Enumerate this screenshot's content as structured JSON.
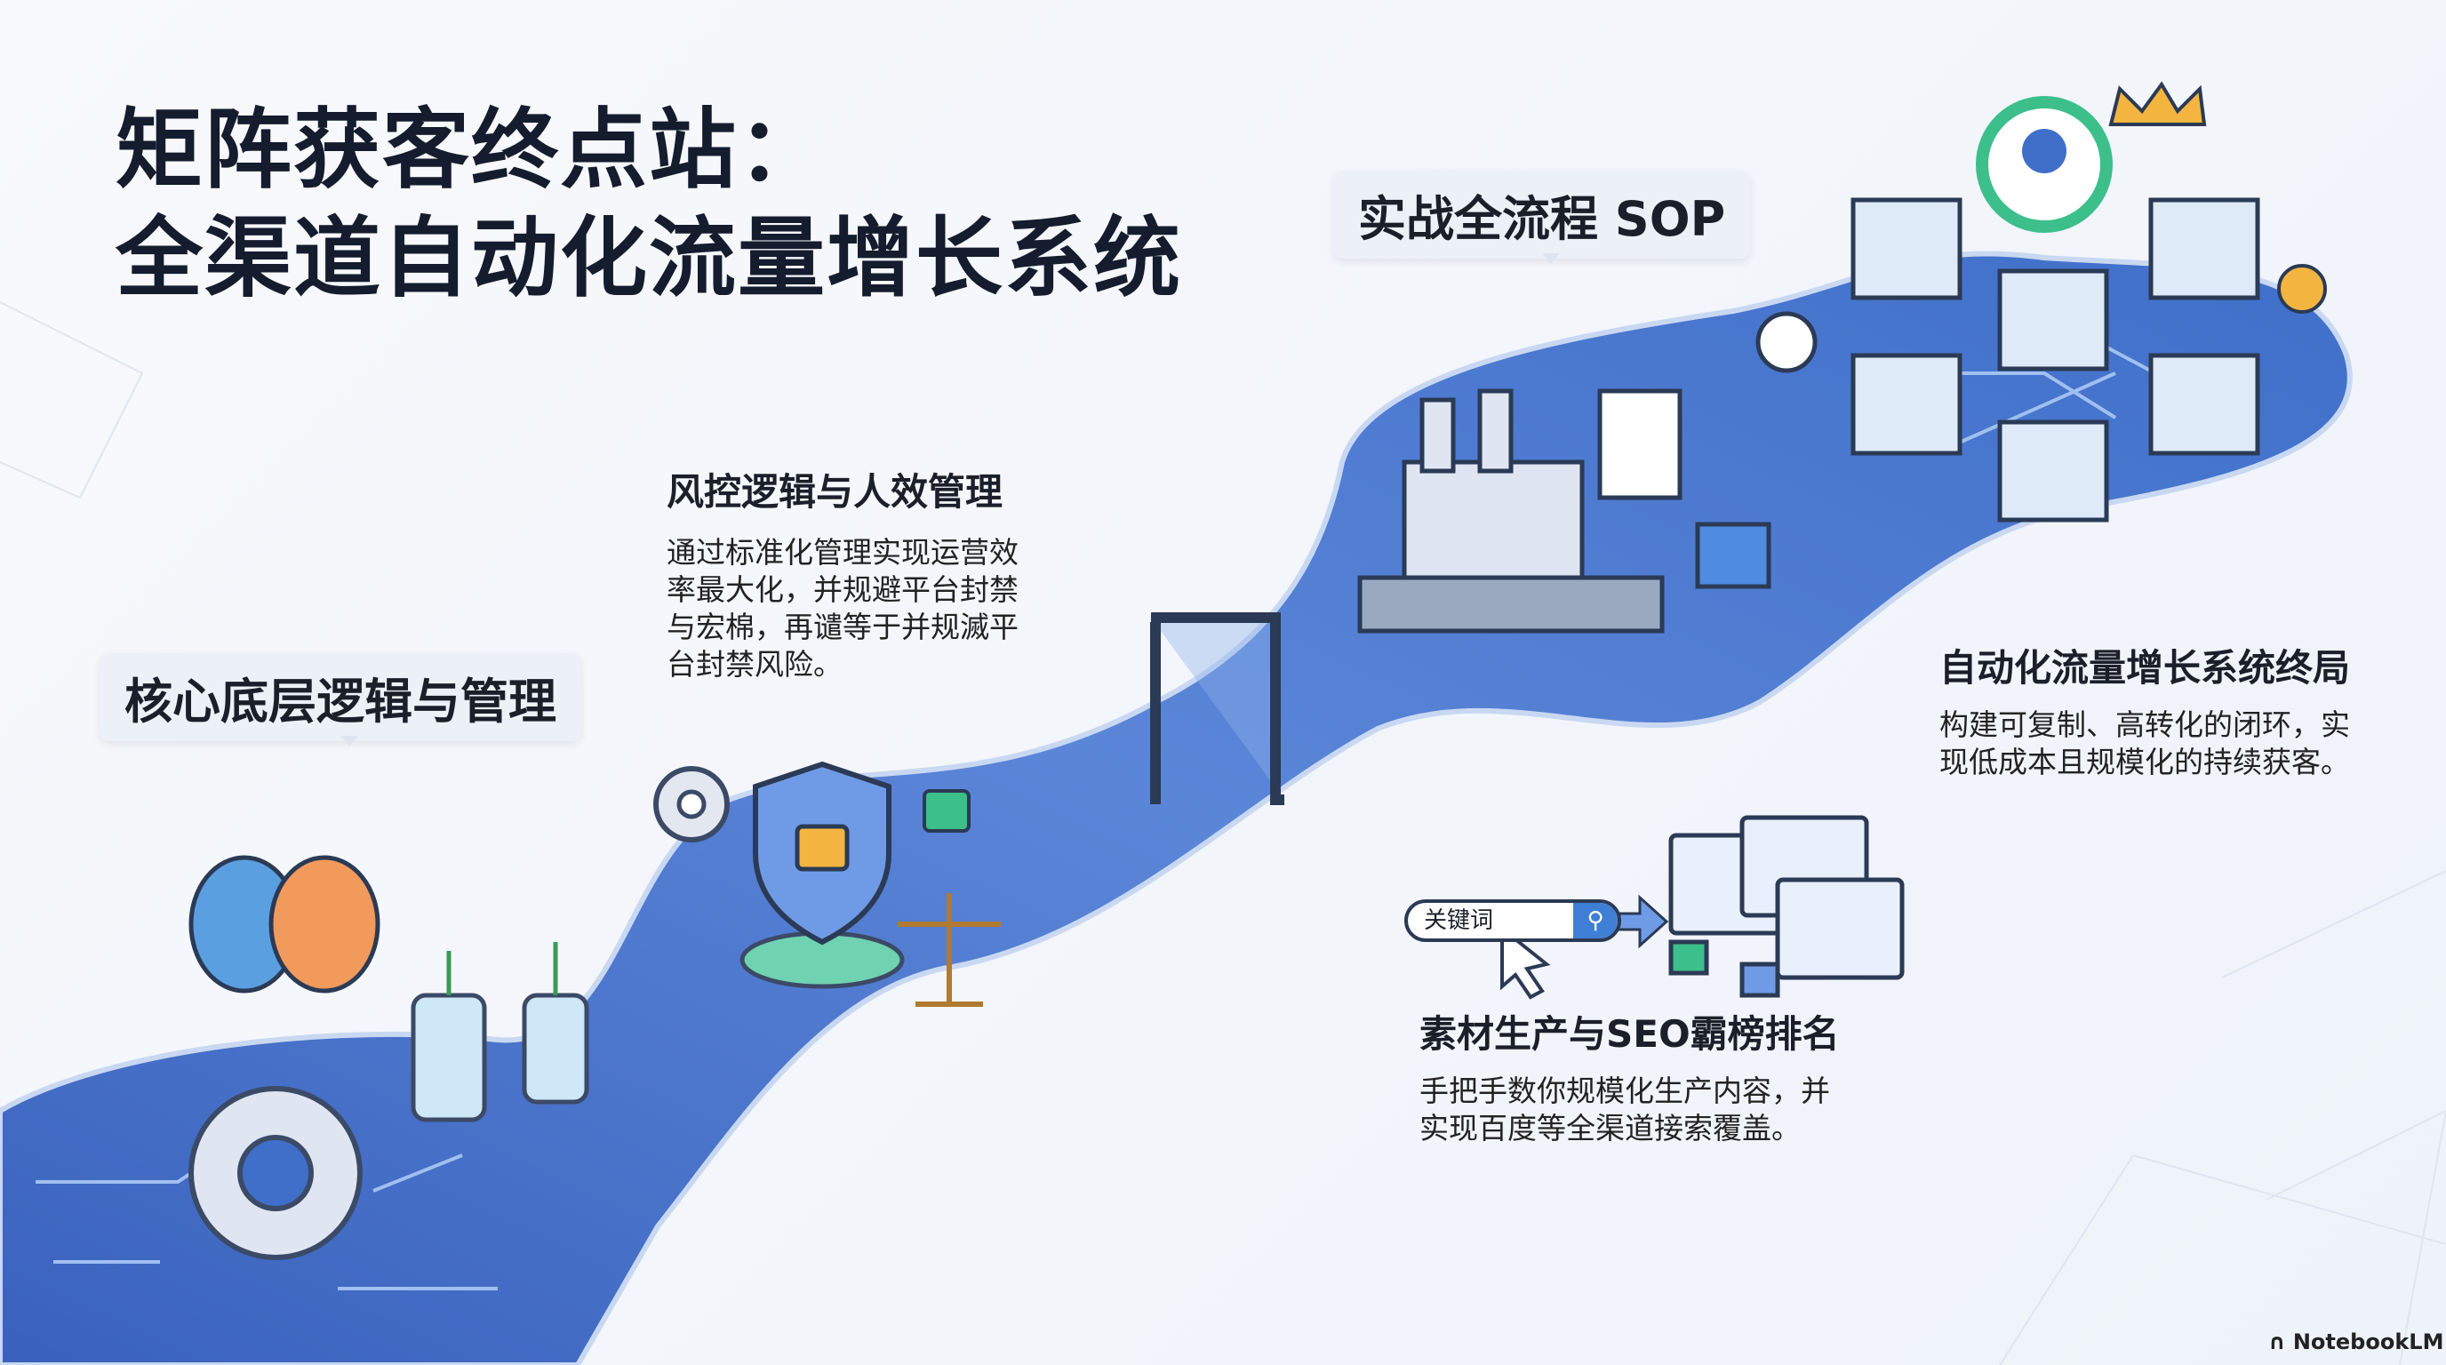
{
  "title": {
    "line1": "矩阵获客终点站：",
    "line2": "全渠道自动化流量增长系统"
  },
  "labels": {
    "sop": "实战全流程 SOP",
    "core": "核心底层逻辑与管理"
  },
  "sections": [
    {
      "heading": "风控逻辑与人效管理",
      "body": [
        "通过标准化管理实现运营效",
        "率最大化，并规避平台封禁",
        "与宏棉，再谴等于并规滅平",
        "台封禁风险。"
      ]
    },
    {
      "heading": "自动化流量增长系统终局",
      "body": [
        "构建可复制、高转化的闭环，实",
        "现低成本且规模化的持续获客。"
      ]
    },
    {
      "heading": "素材生产与SEO霸榜排名",
      "body": [
        "手把手数你规模化生产内容，并",
        "实现百度等全渠道接索覆盖。"
      ]
    }
  ],
  "search": {
    "value": "关键词",
    "icon": "search-icon"
  },
  "brand": "NotebookLM",
  "colors": {
    "path": "#3f6fc9",
    "path_light": "#7fa6e6",
    "accent_orange": "#f0a040",
    "accent_green": "#3cbf8a"
  }
}
